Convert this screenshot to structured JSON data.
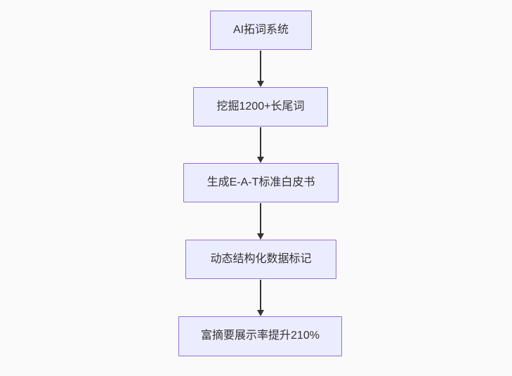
{
  "theme": {
    "background_color": "#fafafa",
    "node_fill_color": "#ECECFF",
    "node_border_color": "#9370DB",
    "arrow_color": "#333333",
    "text_color": "#333333"
  },
  "flowchart": {
    "type": "vertical-flow-diagram",
    "direction": "top-to-bottom",
    "nodes": [
      {
        "id": "A",
        "label": "AI拓词系统"
      },
      {
        "id": "B",
        "label": "挖掘1200+长尾词"
      },
      {
        "id": "C",
        "label": "生成E-A-T标准白皮书"
      },
      {
        "id": "D",
        "label": "动态结构化数据标记"
      },
      {
        "id": "E",
        "label": "富摘要展示率提升210%"
      }
    ],
    "edges": [
      {
        "from": "A",
        "to": "B"
      },
      {
        "from": "B",
        "to": "C"
      },
      {
        "from": "C",
        "to": "D"
      },
      {
        "from": "D",
        "to": "E"
      }
    ]
  }
}
